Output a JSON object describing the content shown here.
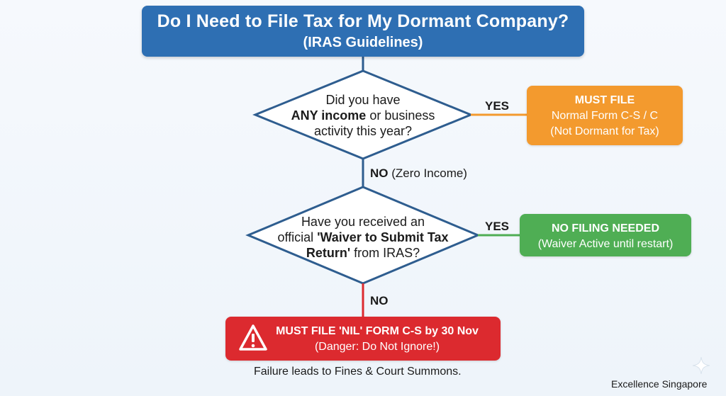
{
  "title": {
    "main": "Do I Need to File Tax for My Dormant Company?",
    "sub": "(IRAS Guidelines)"
  },
  "question1": {
    "line1": "Did you have",
    "line2_bold": "ANY income",
    "line2_rest": " or business",
    "line3": "activity this year?"
  },
  "question2": {
    "line1": "Have you received an",
    "line2_pre": "official ",
    "line2_bold": "'Waiver to Submit Tax",
    "line3_bold": "Return'",
    "line3_rest": " from IRAS?"
  },
  "labels": {
    "yes1": "YES",
    "yes2": "YES",
    "no1_bold": "NO",
    "no1_rest": " (Zero Income)",
    "no2": "NO"
  },
  "outcome_must_file": {
    "title": "MUST FILE",
    "line1": "Normal Form C-S / C",
    "line2": "(Not Dormant for Tax)"
  },
  "outcome_no_filing": {
    "title": "NO FILING NEEDED",
    "line1": "(Waiver Active until restart)"
  },
  "outcome_nil": {
    "title": "MUST FILE 'NIL' FORM C-S by 30 Nov",
    "line1": "(Danger: Do Not Ignore!)"
  },
  "footnote": "Failure leads to Fines & Court Summons.",
  "brand": "Excellence Singapore",
  "colors": {
    "title_blue": "#2e6fb3",
    "connector_blue": "#2e5d8f",
    "must_file_orange": "#f39a2e",
    "no_filing_green": "#4fae54",
    "danger_red": "#dc2a2f"
  }
}
